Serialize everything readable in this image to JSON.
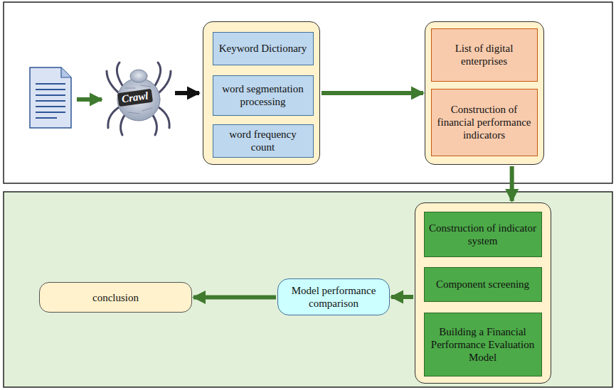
{
  "diagram": {
    "nodes": [
      {
        "text": []
      },
      {
        "text": [
          "Keyword Dictionary"
        ],
        "in": 0
      },
      {
        "text": [
          "word segmentation processing"
        ],
        "in": 0
      },
      {
        "text": [
          "word frequency count"
        ],
        "in": 0
      },
      {
        "text": []
      },
      {
        "text": [
          "List of digital enterprises"
        ],
        "in": 4
      },
      {
        "text": [
          "Construction of financial performance indicators"
        ],
        "in": 4
      },
      {
        "text": []
      },
      {
        "text": [
          "Construction of indicator system"
        ],
        "in": 7
      },
      {
        "text": [
          "Component screening"
        ],
        "in": 7
      },
      {
        "text": [
          "Building a Financial Performance Evaluation Model"
        ],
        "in": 7
      },
      {
        "text": [
          "Model performance comparison"
        ]
      },
      {
        "text": [
          "conclusion"
        ]
      }
    ],
    "edges": [
      {
        "from": 0,
        "to": 4,
        "arrow": "to"
      },
      {
        "from": 4,
        "to": 7,
        "arrow": "to"
      },
      {
        "from": 7,
        "to": 11,
        "arrow": "to"
      },
      {
        "from": 11,
        "to": 12,
        "arrow": "to"
      }
    ],
    "labels": [
      "Crawl"
    ]
  }
}
